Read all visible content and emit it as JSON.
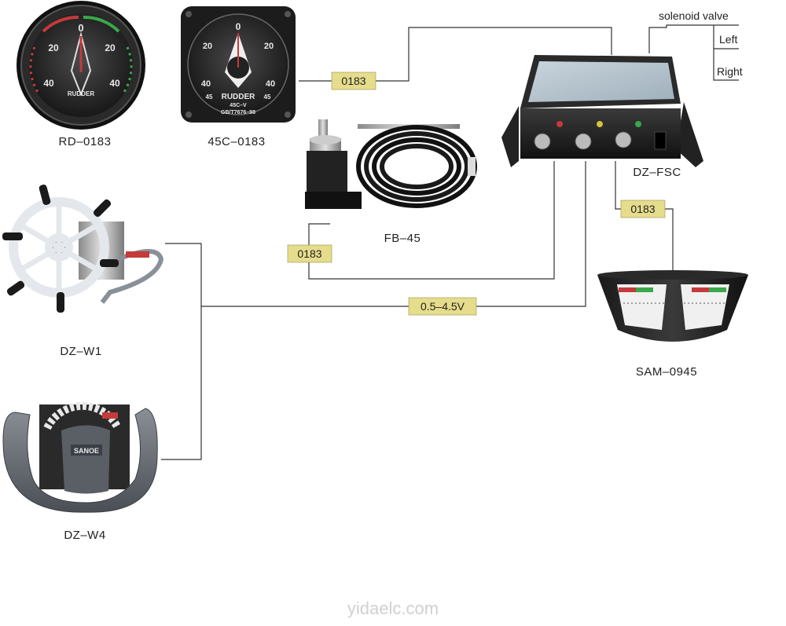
{
  "devices": {
    "rd0183": "RD–0183",
    "c45": "45C–0183",
    "fb45": "FB–45",
    "dzfsc": "DZ–FSC",
    "dzw1": "DZ–W1",
    "dzw4": "DZ–W4",
    "sam": "SAM–0945"
  },
  "tags": {
    "t1": "0183",
    "t2": "0183",
    "t3": "0183",
    "t4": "0.5–4.5V"
  },
  "valve": {
    "title": "solenoid valve",
    "left": "Left",
    "right": "Right"
  },
  "gauge_text": {
    "n0": "0",
    "n20": "20",
    "n40": "40",
    "n45": "45",
    "rudder": "RUDDER",
    "model": "45C–V",
    "std": "GB/T7676–98",
    "knob_brand": "SANOE"
  },
  "watermark": "yidaelc.com",
  "colors": {
    "tag_fill": "#e5dc8c",
    "line": "#333333"
  }
}
